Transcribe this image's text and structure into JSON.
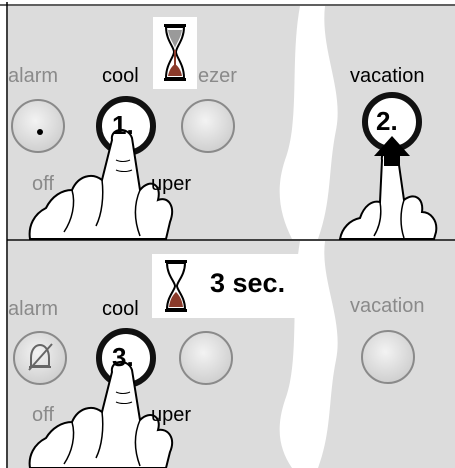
{
  "colors": {
    "panel": "#dcdcdc",
    "panel_shade": "#cfcfcf",
    "button_ring": "#111111",
    "button_fill": "#e8e8e8",
    "hand_fill": "#ffffff",
    "hand_stroke": "#000000",
    "label_inactive": "#8a8a8a",
    "label_active": "#000000"
  },
  "step1": {
    "labels": {
      "alarm": "alarm",
      "cool": "cool",
      "freezer_fragment": "ezer",
      "vacation": "vacation",
      "off": "off",
      "super": "uper"
    },
    "button_cool_number": "1.",
    "button_vacation_number": "2.",
    "icon": "hourglass-icon"
  },
  "step2": {
    "labels": {
      "alarm": "alarm",
      "cool": "cool",
      "vacation": "vacation",
      "off": "off",
      "super": "uper"
    },
    "button_cool_number": "3.",
    "timer_text": "3 sec.",
    "icons": [
      "hourglass-icon",
      "alarm-muted-icon"
    ]
  }
}
